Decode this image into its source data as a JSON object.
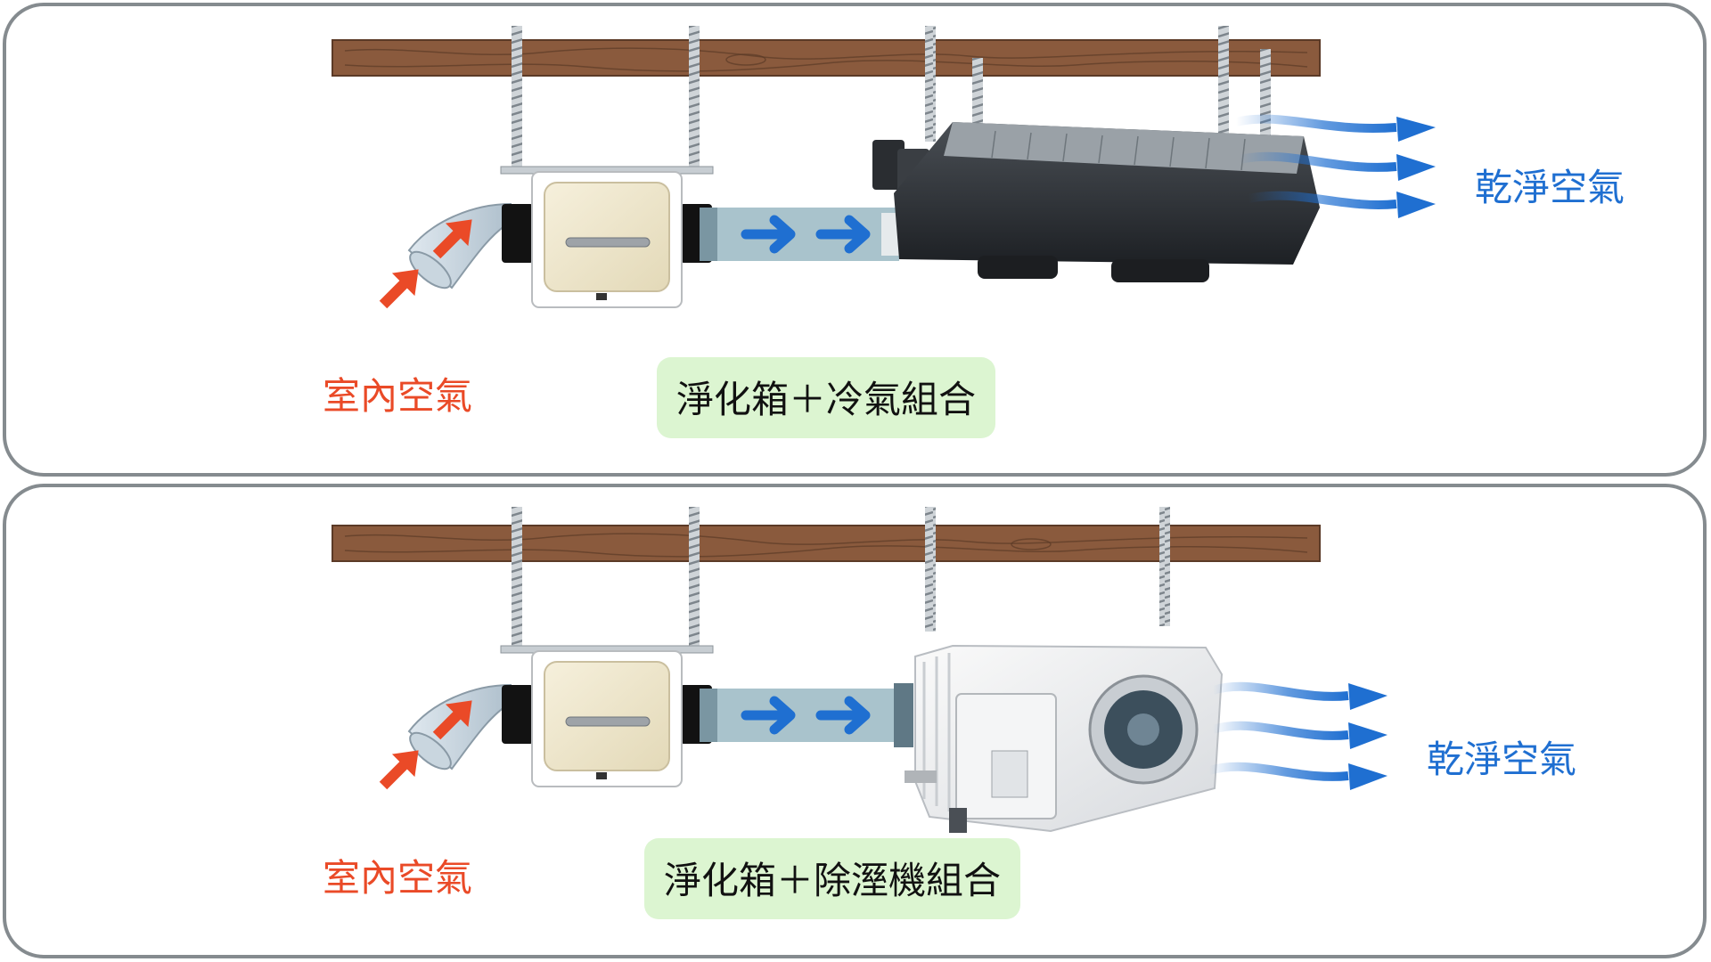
{
  "panels": [
    {
      "indoor_air_label": "室內空氣",
      "clean_air_label": "乾淨空氣",
      "combo_label": "淨化箱＋冷氣組合"
    },
    {
      "indoor_air_label": "室內空氣",
      "clean_air_label": "乾淨空氣",
      "combo_label": "淨化箱＋除溼機組合"
    }
  ],
  "colors": {
    "indoor_arrow": "#ea4a27",
    "flow_arrow": "#1f6fd1",
    "beam": "#8a5a3d",
    "duct": "#a9c3cc",
    "combo_bg": "#dcf5d1",
    "panel_border": "#858b8f"
  }
}
